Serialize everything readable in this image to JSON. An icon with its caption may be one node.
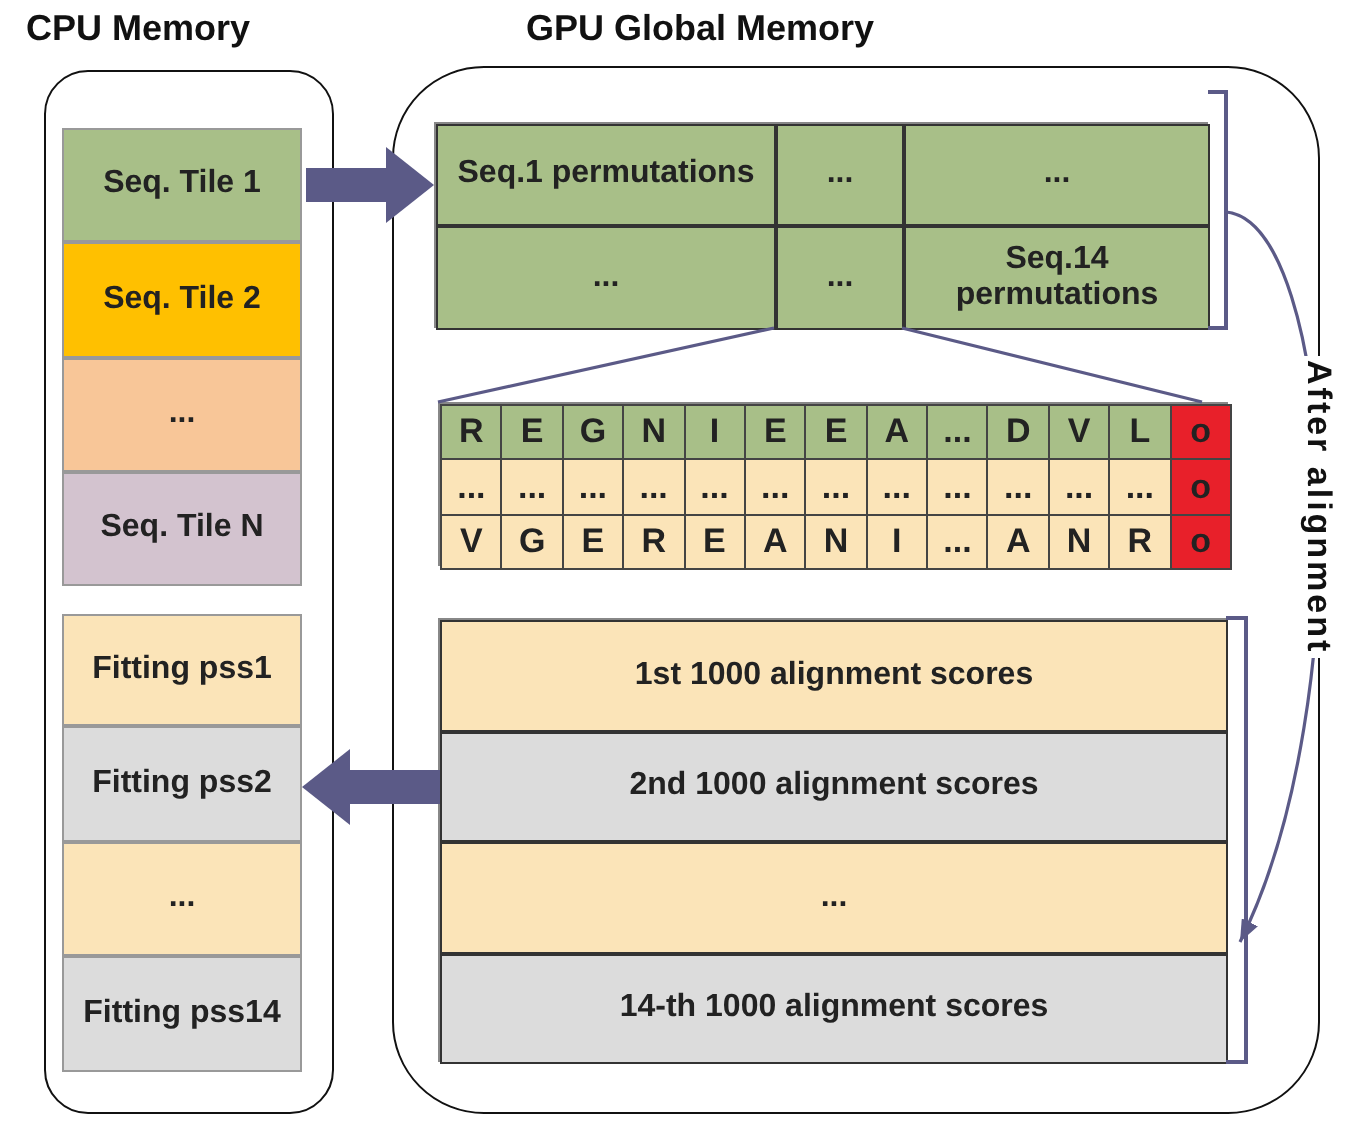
{
  "diagram": {
    "nodes": [
      {
        "text": [
          "CPU Memory"
        ]
      },
      {
        "text": [
          "Seq. Tile 1"
        ],
        "in": 0
      },
      {
        "text": [
          "Seq. Tile 2"
        ],
        "in": 0
      },
      {
        "text": [
          "..."
        ],
        "in": 0
      },
      {
        "text": [
          "Seq. Tile N"
        ],
        "in": 0
      },
      {
        "text": [
          "Fitting pss1"
        ],
        "in": 0
      },
      {
        "text": [
          "Fitting pss2"
        ],
        "in": 0
      },
      {
        "text": [
          "..."
        ],
        "in": 0
      },
      {
        "text": [
          "Fitting pss14"
        ],
        "in": 0
      },
      {
        "text": [
          "GPU Global Memory"
        ]
      },
      {
        "text": [],
        "shape": "box",
        "in": 9
      },
      {
        "text": [
          "Seq.1 permutations"
        ],
        "in": 10
      },
      {
        "text": [
          "..."
        ],
        "in": 10
      },
      {
        "text": [
          "..."
        ],
        "in": 10
      },
      {
        "text": [
          "..."
        ],
        "in": 10
      },
      {
        "text": [
          "..."
        ],
        "in": 10
      },
      {
        "text": [
          "Seq.14 permutations"
        ],
        "in": 10
      },
      {
        "text": [],
        "shape": "box",
        "in": 9
      },
      {
        "text": [],
        "shape": "box",
        "in": 9
      },
      {
        "text": [
          "1st 1000 alignment scores"
        ],
        "in": 18
      },
      {
        "text": [
          "2nd 1000 alignment scores"
        ],
        "in": 18
      },
      {
        "text": [
          "..."
        ],
        "in": 18
      },
      {
        "text": [
          "14-th 1000 alignment scores"
        ],
        "in": 18
      }
    ],
    "edges": [
      {
        "from": 1,
        "to": 10,
        "arrow": "to",
        "style": "thick"
      },
      {
        "from": 20,
        "to": 6,
        "arrow": "to",
        "style": "thick"
      },
      {
        "from": 10,
        "to": 17,
        "arrow": "none"
      },
      {
        "from": 10,
        "to": 17,
        "arrow": "none"
      },
      {
        "from": 10,
        "to": 18,
        "arrow": "to",
        "label": "After alignment"
      }
    ],
    "labels": [
      "R",
      "E",
      "G",
      "N",
      "I",
      "E",
      "E",
      "A",
      "...",
      "D",
      "V",
      "L",
      "o",
      "...",
      "...",
      "...",
      "...",
      "...",
      "...",
      "...",
      "...",
      "...",
      "...",
      "...",
      "...",
      "o",
      "V",
      "G",
      "E",
      "R",
      "E",
      "A",
      "N",
      "I",
      "...",
      "A",
      "N",
      "R",
      "o"
    ]
  }
}
